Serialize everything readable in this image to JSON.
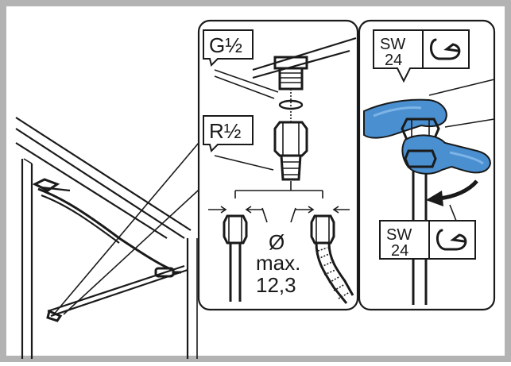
{
  "labels": {
    "thread_g": "G½",
    "thread_r": "R½",
    "diameter_symbol": "Ø",
    "diameter_max": "max.",
    "diameter_value": "12,3",
    "sw_top_line1": "SW",
    "sw_top_line2": "24",
    "sw_bottom_line1": "SW",
    "sw_bottom_line2": "24"
  },
  "icons": {
    "wrench_symbol": "wrench-icon"
  },
  "colors": {
    "frame_gray": "#b3b3b3",
    "wrench_blue": "#4a8fd0",
    "wrench_blue_light": "#7db4e6",
    "line": "#1a1a1a",
    "panel_bg": "#ffffff"
  }
}
